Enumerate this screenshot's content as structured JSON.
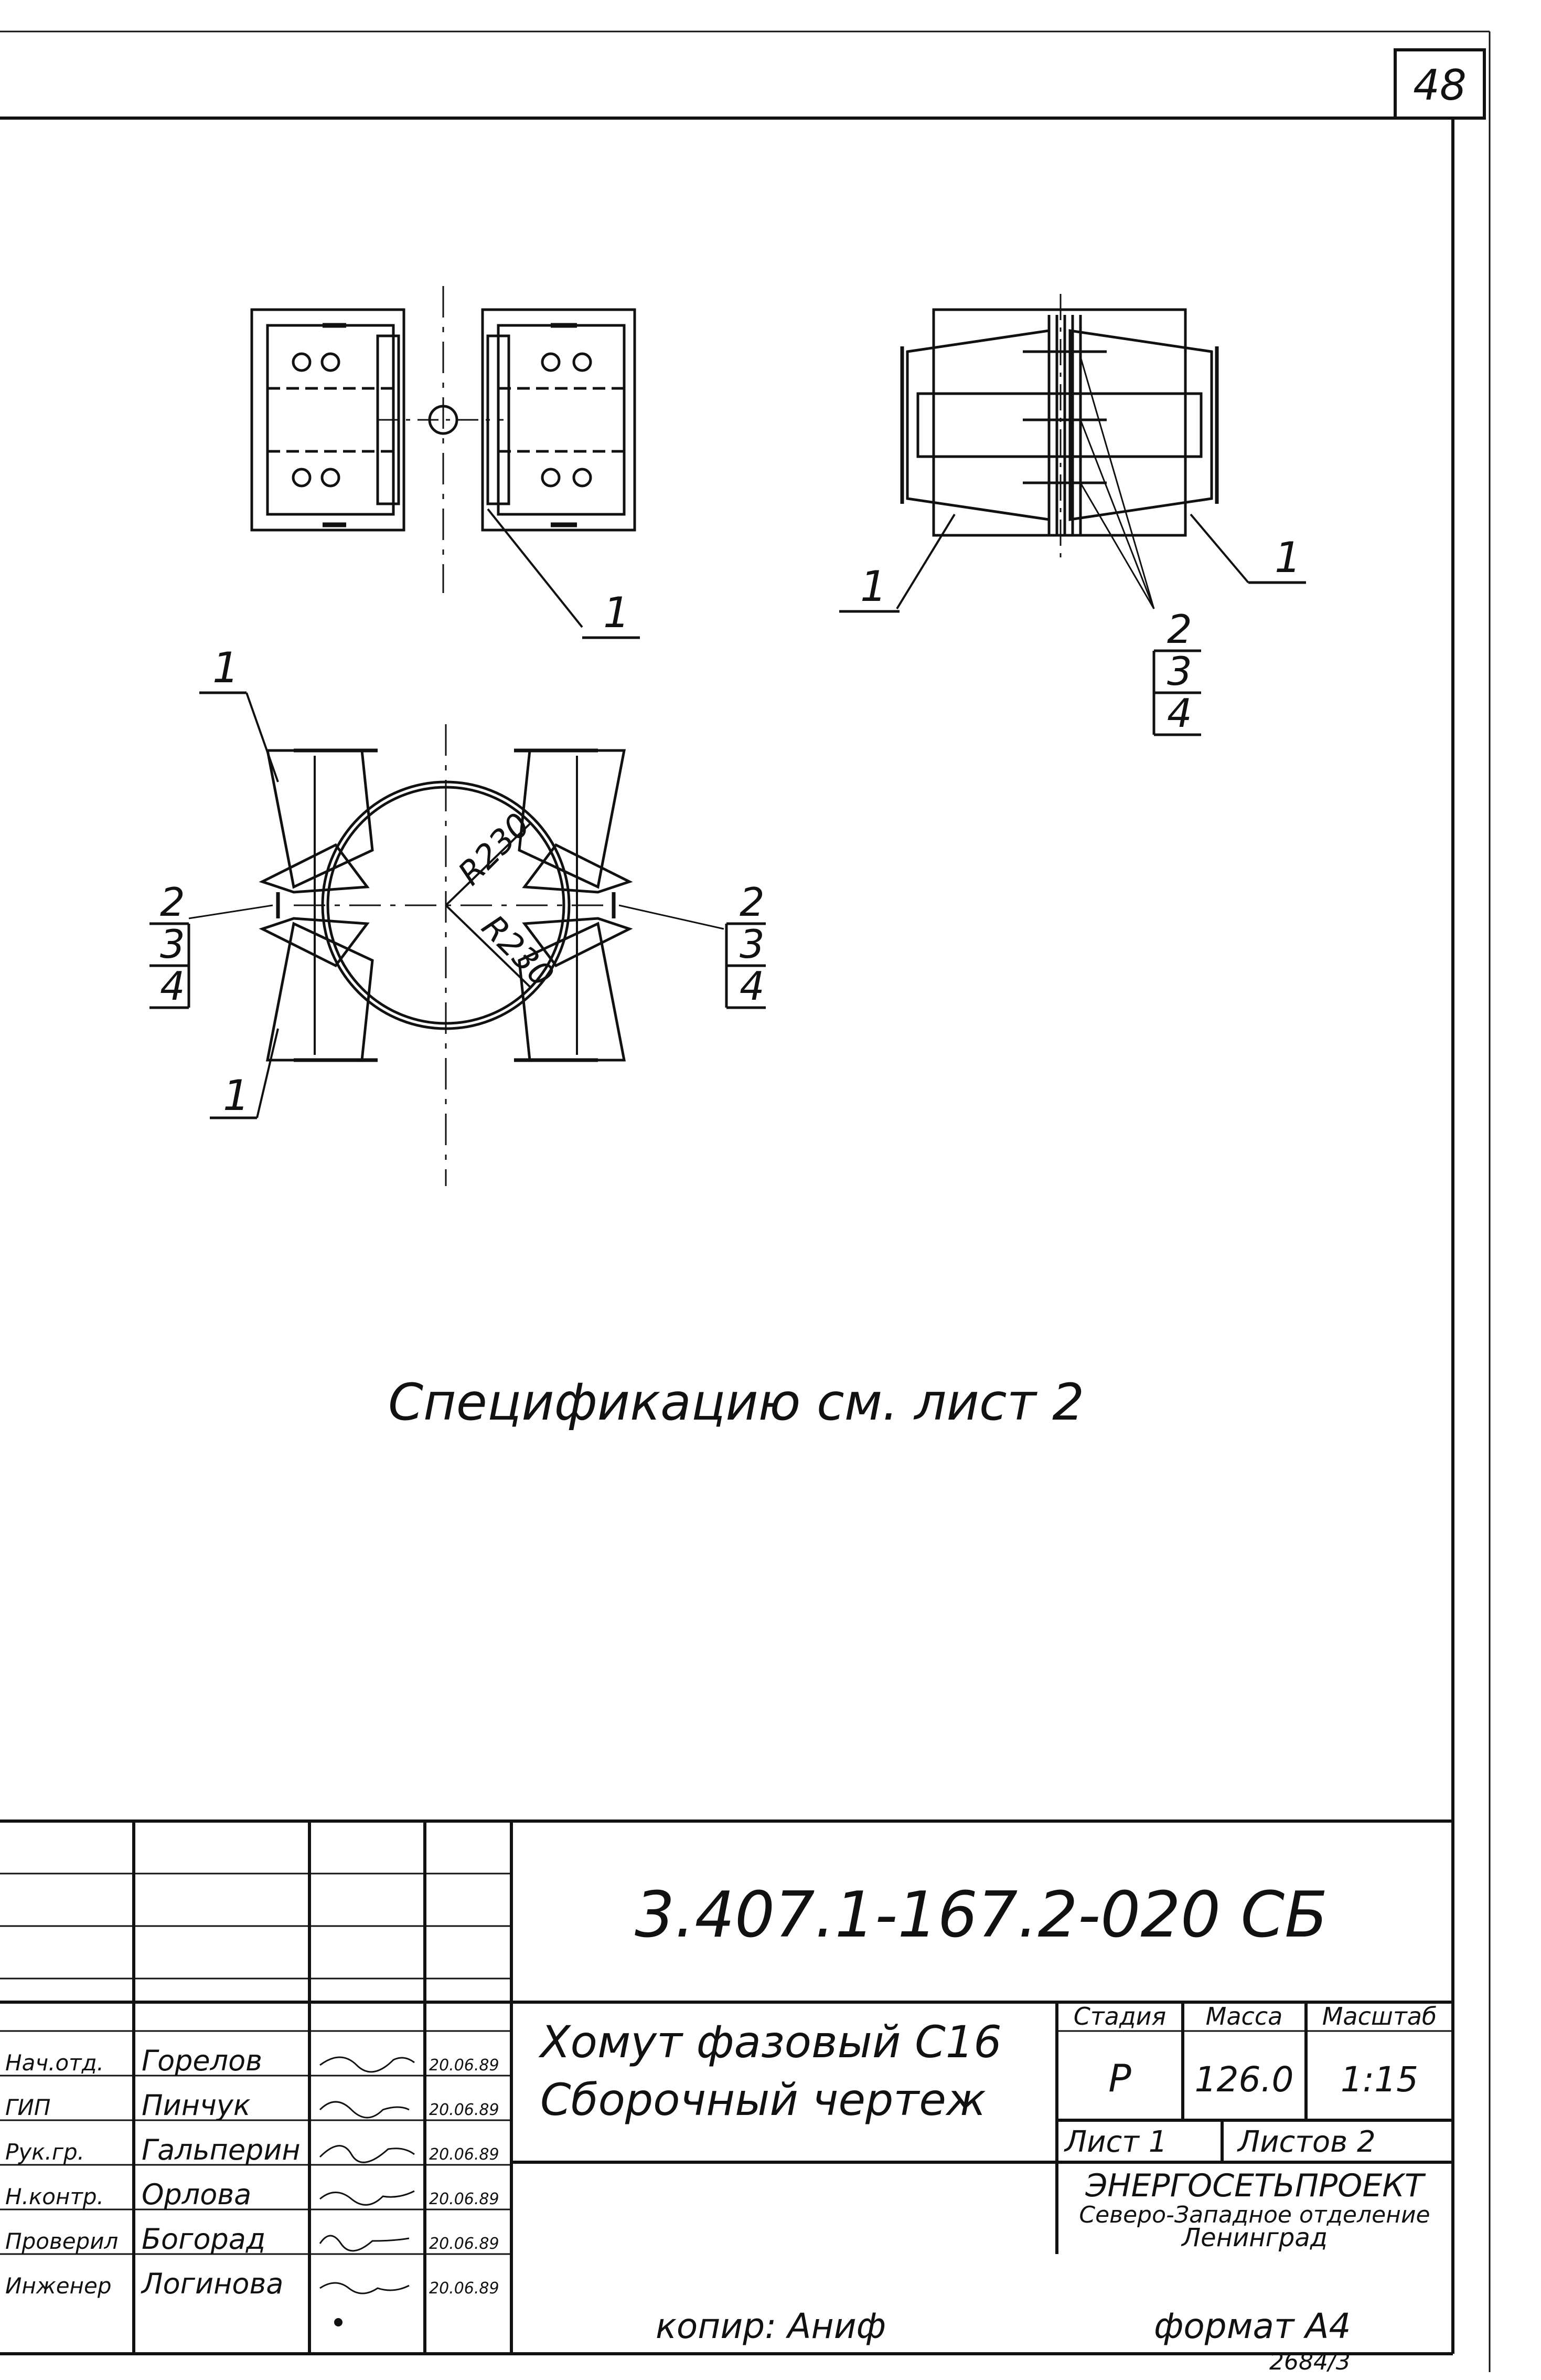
{
  "sheet": {
    "page_number": "48",
    "spec_note": "Спецификацию см. лист 2",
    "copy_note": "копир: Аниф",
    "format_note": "формат А4",
    "archive_number": "2684/3"
  },
  "title_block": {
    "designation": "3.407.1-167.2-020 СБ",
    "name_line1": "Хомут фазовый С16",
    "name_line2": "Сборочный чертеж",
    "headers": {
      "stage": "Стадия",
      "mass": "Масса",
      "scale": "Масштаб"
    },
    "stage": "Р",
    "mass": "126.0",
    "scale": "1:15",
    "sheet_label": "Лист 1",
    "sheets_label": "Листов 2",
    "org_name": "ЭНЕРГОСЕТЬПРОЕКТ",
    "org_branch": "Северо-Западное отделение",
    "org_city": "Ленинград",
    "signatures": [
      {
        "role": "Нач.отд.",
        "name": "Горелов",
        "date": "20.06.89"
      },
      {
        "role": "ГИП",
        "name": "Пинчук",
        "date": "20.06.89"
      },
      {
        "role": "Рук.гр.",
        "name": "Гальперин",
        "date": "20.06.89"
      },
      {
        "role": "Н.контр.",
        "name": "Орлова",
        "date": "20.06.89"
      },
      {
        "role": "Проверил",
        "name": "Богорад",
        "date": "20.06.89"
      },
      {
        "role": "Инженер",
        "name": "Логинова",
        "date": "20.06.89"
      }
    ]
  },
  "callouts": {
    "part1": "1",
    "part2": "2",
    "part3": "3",
    "part4": "4",
    "radius_upper": "R230",
    "radius_lower": "R230"
  }
}
